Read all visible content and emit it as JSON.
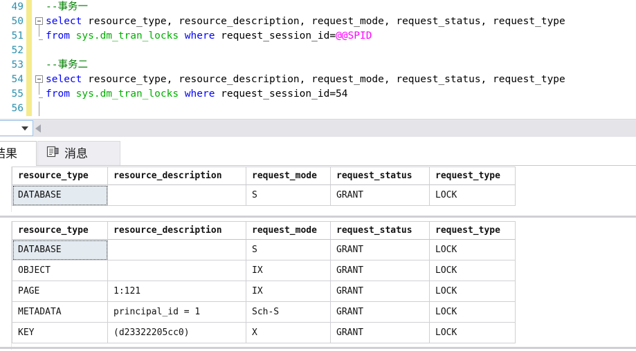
{
  "editor": {
    "lines": [
      {
        "num": "49",
        "fold": "none",
        "changed": true,
        "tokens": [
          {
            "t": "--事务一",
            "c": "cmt"
          }
        ]
      },
      {
        "num": "50",
        "fold": "box",
        "changed": true,
        "tokens": [
          {
            "t": "select",
            "c": "kw"
          },
          {
            "t": " resource_type, resource_description, request_mode, request_status, request_type",
            "c": "num"
          }
        ]
      },
      {
        "num": "51",
        "fold": "end",
        "changed": true,
        "tokens": [
          {
            "t": "from",
            "c": "kw"
          },
          {
            "t": " ",
            "c": "num"
          },
          {
            "t": "sys.dm_tran_locks",
            "c": "grn"
          },
          {
            "t": " ",
            "c": "num"
          },
          {
            "t": "where",
            "c": "kw"
          },
          {
            "t": " request_session_id=",
            "c": "num"
          },
          {
            "t": "@@SPID",
            "c": "mag"
          }
        ]
      },
      {
        "num": "52",
        "fold": "none",
        "changed": true,
        "tokens": []
      },
      {
        "num": "53",
        "fold": "none",
        "changed": true,
        "tokens": [
          {
            "t": "--事务二",
            "c": "cmt"
          }
        ]
      },
      {
        "num": "54",
        "fold": "box",
        "changed": true,
        "tokens": [
          {
            "t": "select",
            "c": "kw"
          },
          {
            "t": " resource_type, resource_description, request_mode, request_status, request_type",
            "c": "num"
          }
        ]
      },
      {
        "num": "55",
        "fold": "end",
        "changed": true,
        "tokens": [
          {
            "t": "from",
            "c": "kw"
          },
          {
            "t": " ",
            "c": "num"
          },
          {
            "t": "sys.dm_tran_locks",
            "c": "grn"
          },
          {
            "t": " ",
            "c": "num"
          },
          {
            "t": "where",
            "c": "kw"
          },
          {
            "t": " request_session_id=54",
            "c": "num"
          }
        ]
      },
      {
        "num": "56",
        "fold": "line",
        "changed": true,
        "tokens": []
      }
    ]
  },
  "tabs": [
    {
      "id": "results",
      "label": "结果",
      "active": true,
      "icon": null
    },
    {
      "id": "messages",
      "label": "消息",
      "active": false,
      "icon": "message-document-icon"
    }
  ],
  "grids": [
    {
      "id": "grid1",
      "columns": [
        "resource_type",
        "resource_description",
        "request_mode",
        "request_status",
        "request_type"
      ],
      "rows": [
        [
          "DATABASE",
          "",
          "S",
          "GRANT",
          "LOCK"
        ]
      ],
      "selected_cell": [
        0,
        0
      ]
    },
    {
      "id": "grid2",
      "columns": [
        "resource_type",
        "resource_description",
        "request_mode",
        "request_status",
        "request_type"
      ],
      "rows": [
        [
          "DATABASE",
          "",
          "S",
          "GRANT",
          "LOCK"
        ],
        [
          "OBJECT",
          "",
          "IX",
          "GRANT",
          "LOCK"
        ],
        [
          "PAGE",
          "1:121",
          "IX",
          "GRANT",
          "LOCK"
        ],
        [
          "METADATA",
          "principal_id = 1",
          "Sch-S",
          "GRANT",
          "LOCK"
        ],
        [
          "KEY",
          "(d23322205cc0)",
          "X",
          "GRANT",
          "LOCK"
        ]
      ],
      "selected_cell": [
        0,
        0
      ]
    }
  ],
  "colors": {
    "keyword": "#0000ff",
    "identifier": "#00b000",
    "comment": "#008000",
    "variable": "#ff00ff",
    "line_number": "#2b91af",
    "change_bar": "#f5eb8c",
    "selected_cell_bg": "#e3eaf0"
  },
  "scrollbar": {
    "left_arrow_icon": "triangle-left-icon"
  },
  "combo": {
    "chevron_icon": "chevron-down-icon"
  }
}
